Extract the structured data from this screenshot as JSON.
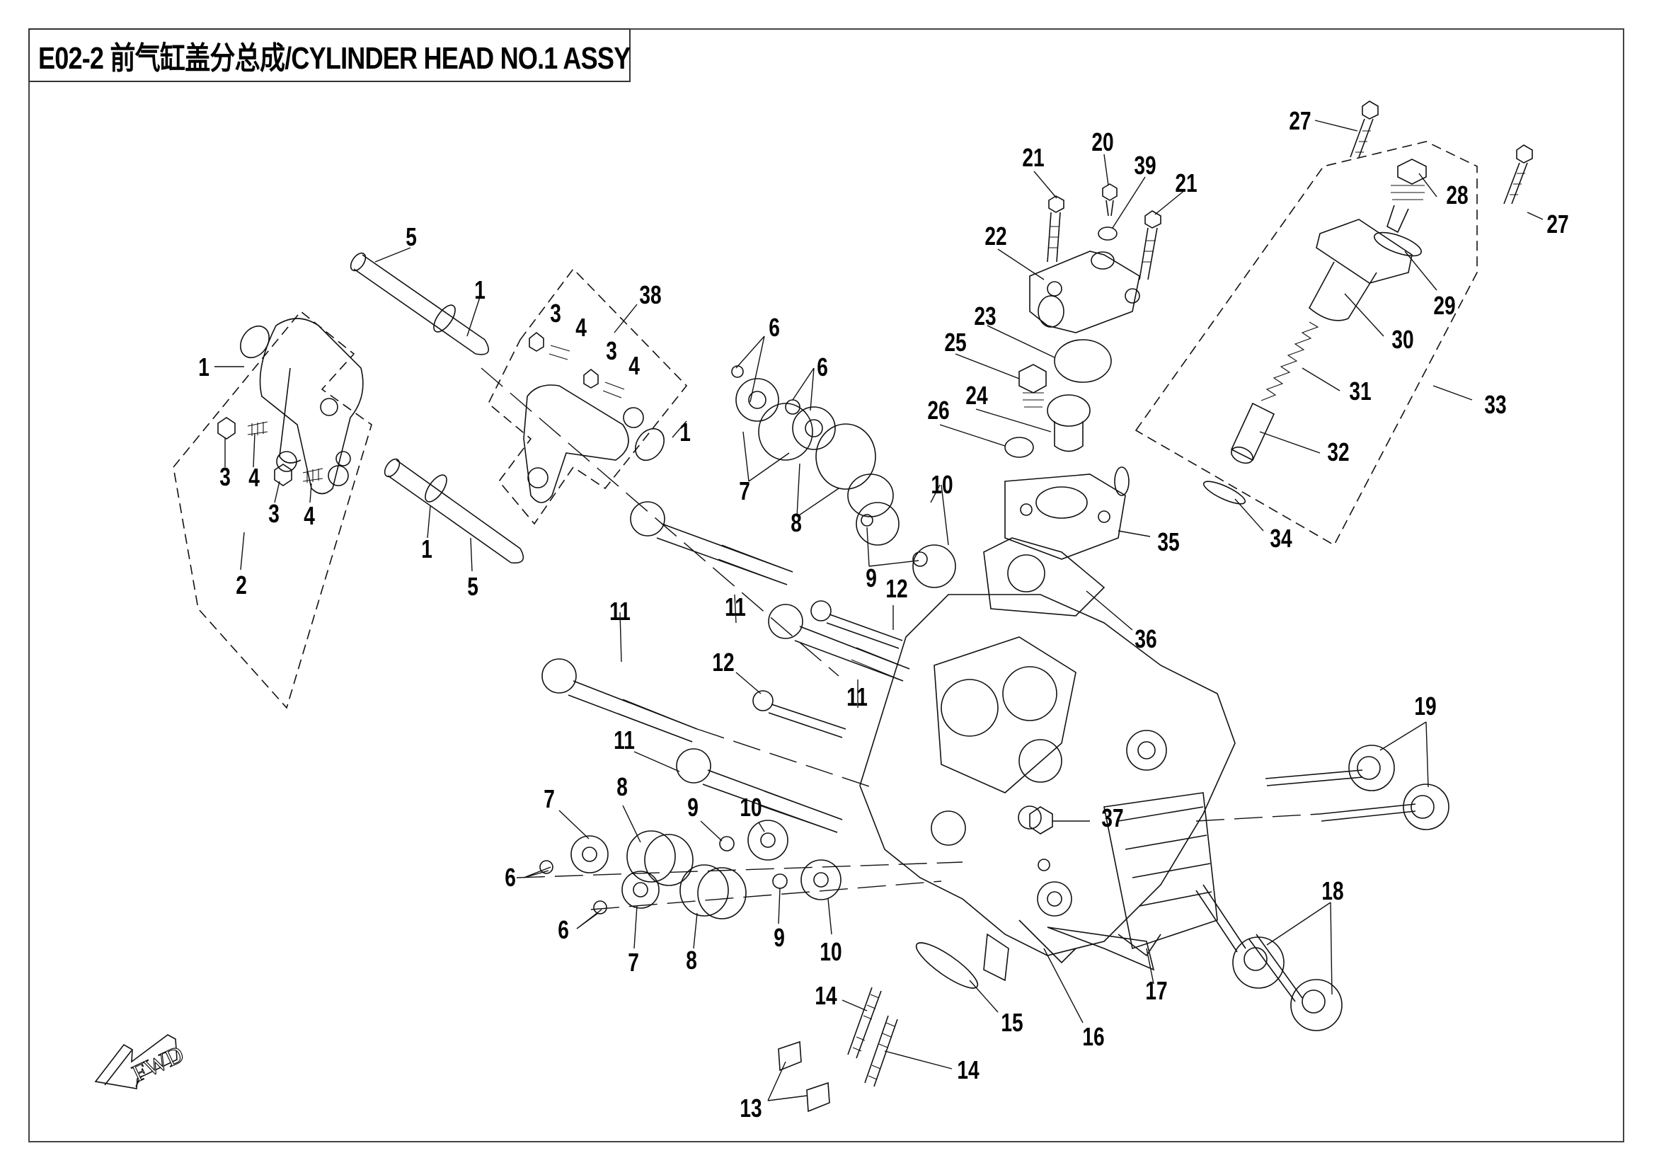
{
  "title": "E02-2 前气缸盖分总成/CYLINDER HEAD NO.1 ASSY",
  "fwd_indicator": "FWD",
  "icons": {
    "direction": "fwd-arrow-icon"
  },
  "callouts": [
    {
      "id": "c5a",
      "label": "5"
    },
    {
      "id": "c1a",
      "label": "1"
    },
    {
      "id": "c38",
      "label": "38"
    },
    {
      "id": "c3a",
      "label": "3"
    },
    {
      "id": "c4a",
      "label": "4"
    },
    {
      "id": "c3b",
      "label": "3"
    },
    {
      "id": "c4b",
      "label": "4"
    },
    {
      "id": "c1b",
      "label": "1"
    },
    {
      "id": "c1c",
      "label": "1"
    },
    {
      "id": "c3c",
      "label": "3"
    },
    {
      "id": "c4c",
      "label": "4"
    },
    {
      "id": "c3d",
      "label": "3"
    },
    {
      "id": "c4d",
      "label": "4"
    },
    {
      "id": "c2",
      "label": "2"
    },
    {
      "id": "c1d",
      "label": "1"
    },
    {
      "id": "c5b",
      "label": "5"
    },
    {
      "id": "c6a",
      "label": "6"
    },
    {
      "id": "c6b",
      "label": "6"
    },
    {
      "id": "c7a",
      "label": "7"
    },
    {
      "id": "c8a",
      "label": "8"
    },
    {
      "id": "c9a",
      "label": "9"
    },
    {
      "id": "c10a",
      "label": "10"
    },
    {
      "id": "c12a",
      "label": "12"
    },
    {
      "id": "c11a",
      "label": "11"
    },
    {
      "id": "c11b",
      "label": "11"
    },
    {
      "id": "c12b",
      "label": "12"
    },
    {
      "id": "c11c",
      "label": "11"
    },
    {
      "id": "c11d",
      "label": "11"
    },
    {
      "id": "c7b",
      "label": "7"
    },
    {
      "id": "c8b",
      "label": "8"
    },
    {
      "id": "c9b",
      "label": "9"
    },
    {
      "id": "c10b",
      "label": "10"
    },
    {
      "id": "c6c",
      "label": "6"
    },
    {
      "id": "c6d",
      "label": "6"
    },
    {
      "id": "c7c",
      "label": "7"
    },
    {
      "id": "c8c",
      "label": "8"
    },
    {
      "id": "c9c",
      "label": "9"
    },
    {
      "id": "c10c",
      "label": "10"
    },
    {
      "id": "c14a",
      "label": "14"
    },
    {
      "id": "c13",
      "label": "13"
    },
    {
      "id": "c14b",
      "label": "14"
    },
    {
      "id": "c15",
      "label": "15"
    },
    {
      "id": "c16",
      "label": "16"
    },
    {
      "id": "c17",
      "label": "17"
    },
    {
      "id": "c18",
      "label": "18"
    },
    {
      "id": "c19",
      "label": "19"
    },
    {
      "id": "c37",
      "label": "37"
    },
    {
      "id": "c36",
      "label": "36"
    },
    {
      "id": "c35",
      "label": "35"
    },
    {
      "id": "c34",
      "label": "34"
    },
    {
      "id": "c32",
      "label": "32"
    },
    {
      "id": "c31",
      "label": "31"
    },
    {
      "id": "c30",
      "label": "30"
    },
    {
      "id": "c33",
      "label": "33"
    },
    {
      "id": "c29",
      "label": "29"
    },
    {
      "id": "c28",
      "label": "28"
    },
    {
      "id": "c27a",
      "label": "27"
    },
    {
      "id": "c27b",
      "label": "27"
    },
    {
      "id": "c21a",
      "label": "21"
    },
    {
      "id": "c20",
      "label": "20"
    },
    {
      "id": "c39",
      "label": "39"
    },
    {
      "id": "c21b",
      "label": "21"
    },
    {
      "id": "c22",
      "label": "22"
    },
    {
      "id": "c23",
      "label": "23"
    },
    {
      "id": "c25",
      "label": "25"
    },
    {
      "id": "c24",
      "label": "24"
    },
    {
      "id": "c26",
      "label": "26"
    }
  ]
}
